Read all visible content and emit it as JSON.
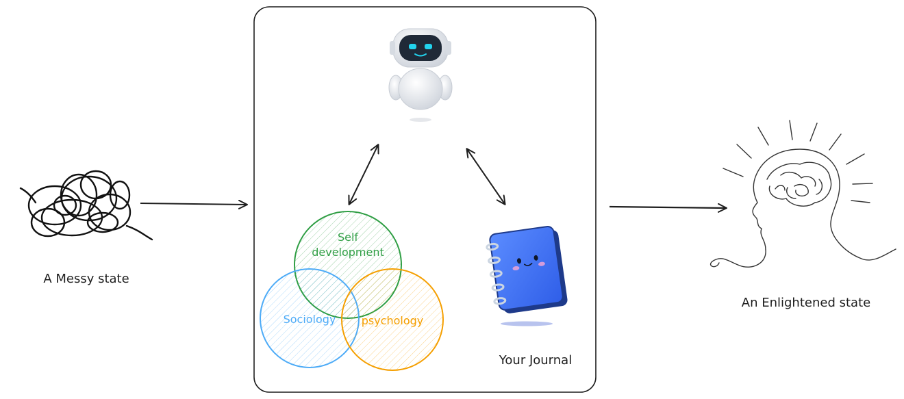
{
  "labels": {
    "messy": "A Messy state",
    "enlightened": "An Enlightened state",
    "journal": "Your Journal"
  },
  "venn": {
    "self_line1": "Self",
    "self_line2": "development",
    "sociology": "Sociology",
    "psychology": "psychology"
  },
  "colors": {
    "self": "#2f9e44",
    "sociology": "#4dabf7",
    "psychology": "#f59f00",
    "ink": "#1e1e1e",
    "journal_blue": "#3b6ef6",
    "robot_face": "#22d3ee"
  },
  "icons": {
    "robot": "robot-icon",
    "journal": "notebook-icon",
    "messy": "scribble-tangle-icon",
    "enlightened": "head-brain-icon"
  }
}
